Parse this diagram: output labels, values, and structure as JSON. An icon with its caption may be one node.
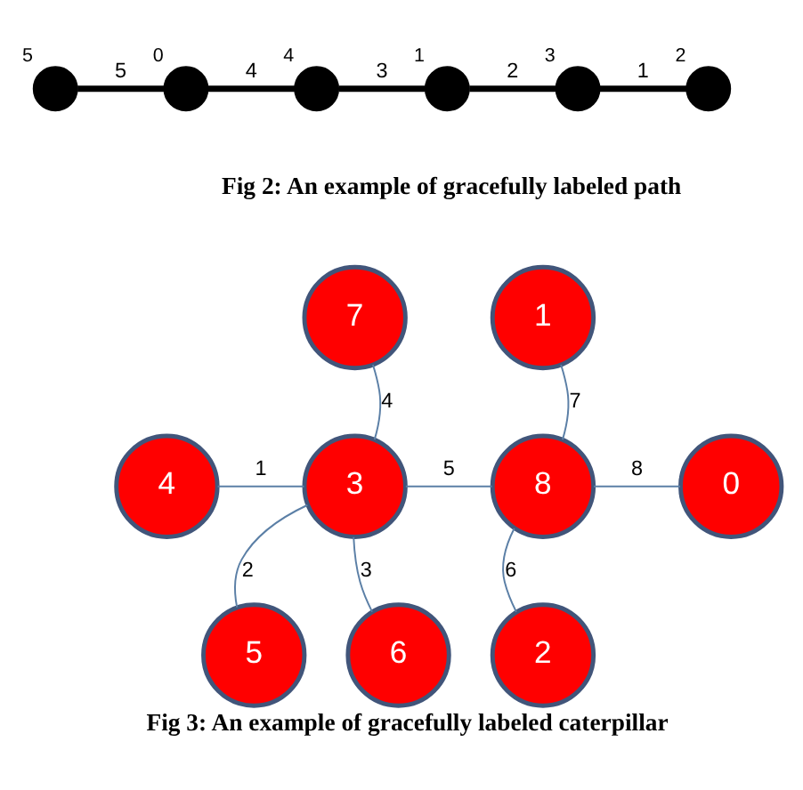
{
  "diagram": {
    "caption": "Fig 3: An example of gracefully labeled caterpillar",
    "nodes": [
      {
        "text": [],
        "shape": "circle",
        "beside": [
          "5"
        ]
      },
      {
        "text": [],
        "shape": "circle",
        "beside": [
          "0"
        ]
      },
      {
        "text": [],
        "shape": "circle",
        "beside": [
          "4"
        ]
      },
      {
        "text": [],
        "shape": "circle",
        "beside": [
          "1"
        ]
      },
      {
        "text": [],
        "shape": "circle",
        "beside": [
          "3"
        ]
      },
      {
        "text": [],
        "shape": "circle",
        "beside": [
          "2"
        ]
      },
      {
        "text": [
          "7"
        ]
      },
      {
        "text": [
          "1"
        ]
      },
      {
        "text": [
          "4"
        ]
      },
      {
        "text": [
          "3"
        ]
      },
      {
        "text": [
          "8"
        ]
      },
      {
        "text": [
          "0"
        ]
      },
      {
        "text": [
          "5"
        ]
      },
      {
        "text": [
          "6"
        ]
      },
      {
        "text": [
          "2"
        ]
      }
    ],
    "edges": [
      {
        "from": 0,
        "to": 1,
        "arrow": "none",
        "label": "5",
        "style": "thick",
        "color": "#000000"
      },
      {
        "from": 1,
        "to": 2,
        "arrow": "none",
        "label": "4",
        "style": "thick",
        "color": "#000000"
      },
      {
        "from": 2,
        "to": 3,
        "arrow": "none",
        "label": "3",
        "style": "thick",
        "color": "#000000"
      },
      {
        "from": 3,
        "to": 4,
        "arrow": "none",
        "label": "2",
        "style": "thick",
        "color": "#000000"
      },
      {
        "from": 4,
        "to": 5,
        "arrow": "none",
        "label": "1",
        "style": "thick",
        "color": "#000000"
      },
      {
        "from": 9,
        "to": 6,
        "arrow": "none",
        "label": "4"
      },
      {
        "from": 10,
        "to": 7,
        "arrow": "none",
        "label": "7"
      },
      {
        "from": 8,
        "to": 9,
        "arrow": "none",
        "label": "1"
      },
      {
        "from": 9,
        "to": 10,
        "arrow": "none",
        "label": "5"
      },
      {
        "from": 10,
        "to": 11,
        "arrow": "none",
        "label": "8"
      },
      {
        "from": 9,
        "to": 12,
        "arrow": "none",
        "label": "2"
      },
      {
        "from": 9,
        "to": 13,
        "arrow": "none",
        "label": "3"
      },
      {
        "from": 10,
        "to": 14,
        "arrow": "none",
        "label": "6"
      }
    ],
    "labels": [
      "Fig 2: An example of gracefully labeled path"
    ]
  }
}
